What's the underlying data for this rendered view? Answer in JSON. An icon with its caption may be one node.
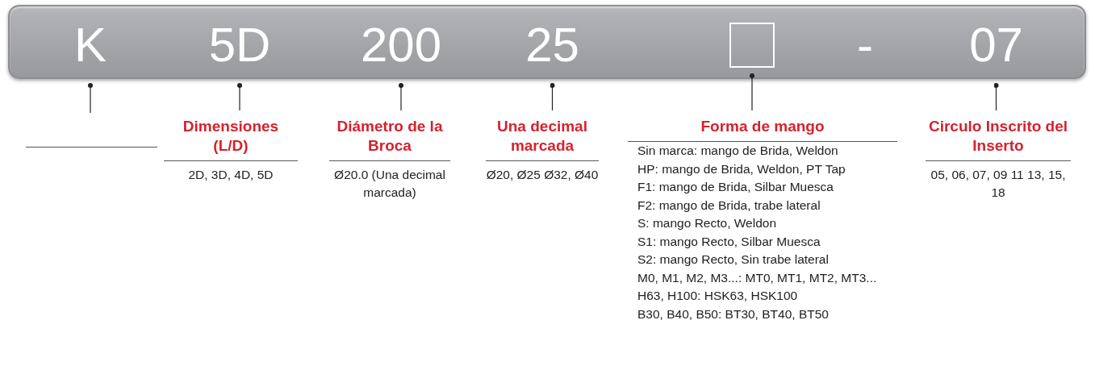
{
  "diagram": {
    "nodes": [
      {
        "text": [],
        "shape": "bar"
      },
      {
        "text": [
          "K"
        ],
        "in": 0
      },
      {
        "text": [
          "5D"
        ],
        "in": 0
      },
      {
        "text": [
          "200"
        ],
        "in": 0
      },
      {
        "text": [
          "25"
        ],
        "in": 0
      },
      {
        "text": [],
        "shape": "box",
        "in": 0
      },
      {
        "text": [
          "-"
        ],
        "in": 0
      },
      {
        "text": [
          "07"
        ],
        "in": 0
      },
      {
        "text": [
          "Dimensiones (L/D)",
          "2D,  3D, 4D, 5D"
        ]
      },
      {
        "text": [
          "Diámetro de la Broca",
          "Ø20.0 (Una decimal marcada)"
        ]
      },
      {
        "text": [
          "Una decimal marcada",
          "Ø20, Ø25 Ø32, Ø40"
        ]
      },
      {
        "text": [
          "Forma de mango",
          "Sin marca: mango de Brida, Weldon",
          "HP: mango de Brida, Weldon, PT Tap",
          "F1: mango de Brida, Silbar Muesca",
          "F2: mango de Brida, trabe lateral",
          "S: mango Recto, Weldon",
          "S1: mango Recto, Silbar Muesca",
          "S2: mango Recto, Sin trabe lateral",
          "M0, M1, M2, M3...: MT0, MT1, MT2, MT3...",
          "H63, H100: HSK63, HSK100",
          "B30, B40, B50: BT30, BT40, BT50"
        ]
      },
      {
        "text": [
          "Circulo Inscrito del Inserto",
          "05, 06, 07, 09 11 13, 15, 18"
        ]
      }
    ],
    "edges": [
      {
        "from": 1,
        "to": null,
        "arrow": "other"
      },
      {
        "from": 2,
        "to": 8,
        "arrow": "other"
      },
      {
        "from": 3,
        "to": 9,
        "arrow": "other"
      },
      {
        "from": 4,
        "to": 10,
        "arrow": "other"
      },
      {
        "from": 5,
        "to": 11,
        "arrow": "other"
      },
      {
        "from": 7,
        "to": 12,
        "arrow": "other"
      }
    ]
  }
}
